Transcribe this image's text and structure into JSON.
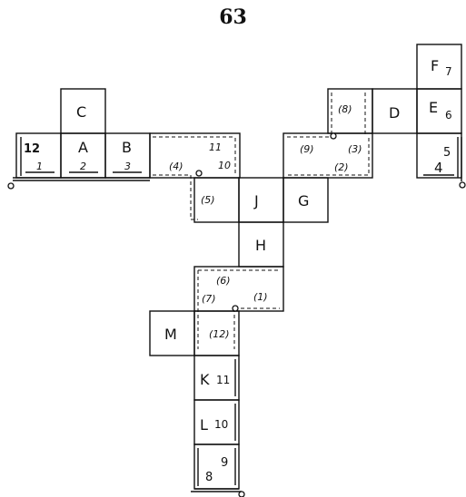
{
  "page_number": "63",
  "squares": [
    {
      "id": "C",
      "label": "C"
    },
    {
      "id": "12-1",
      "label_top": "12",
      "label_bottom": "1"
    },
    {
      "id": "A",
      "label": "A",
      "label_bottom": "2"
    },
    {
      "id": "B",
      "label": "B",
      "label_bottom": "3"
    },
    {
      "id": "11-10-4",
      "labels": [
        "11",
        "10",
        "(4)"
      ]
    },
    {
      "id": "5",
      "label": "(5)"
    },
    {
      "id": "J",
      "label": "J"
    },
    {
      "id": "G",
      "label": "G"
    },
    {
      "id": "9-3-2",
      "labels": [
        "(9)",
        "(3)",
        "(2)"
      ]
    },
    {
      "id": "8",
      "label": "(8)"
    },
    {
      "id": "D",
      "label": "D"
    },
    {
      "id": "F",
      "label": "F",
      "num": "7"
    },
    {
      "id": "E",
      "label": "E",
      "num": "6"
    },
    {
      "id": "4-5",
      "labels": [
        "5",
        "4"
      ]
    },
    {
      "id": "H",
      "label": "H"
    },
    {
      "id": "6-7-1",
      "labels": [
        "(6)",
        "(7)",
        "(1)"
      ]
    },
    {
      "id": "12",
      "label": "(12)"
    },
    {
      "id": "M",
      "label": "M"
    },
    {
      "id": "K",
      "label": "K",
      "num": "11"
    },
    {
      "id": "L",
      "label": "L",
      "num": "10"
    },
    {
      "id": "8-9",
      "labels": [
        "9",
        "8"
      ]
    }
  ],
  "text": {
    "C": "C",
    "A": "A",
    "B": "B",
    "J": "J",
    "G": "G",
    "D": "D",
    "F": "F",
    "E": "E",
    "H": "H",
    "M": "M",
    "K": "K",
    "L": "L",
    "n12a": "12",
    "n1": "1",
    "n2": "2",
    "n3": "3",
    "n11a": "11",
    "n10a": "10",
    "p4": "(4)",
    "p5": "(5)",
    "p9": "(9)",
    "p3": "(3)",
    "p2": "(2)",
    "p8": "(8)",
    "n7": "7",
    "n6": "6",
    "n5": "5",
    "n4": "4",
    "p6": "(6)",
    "p7": "(7)",
    "p1": "(1)",
    "p12": "(12)",
    "n11b": "11",
    "n10b": "10",
    "n9": "9",
    "n8": "8"
  }
}
